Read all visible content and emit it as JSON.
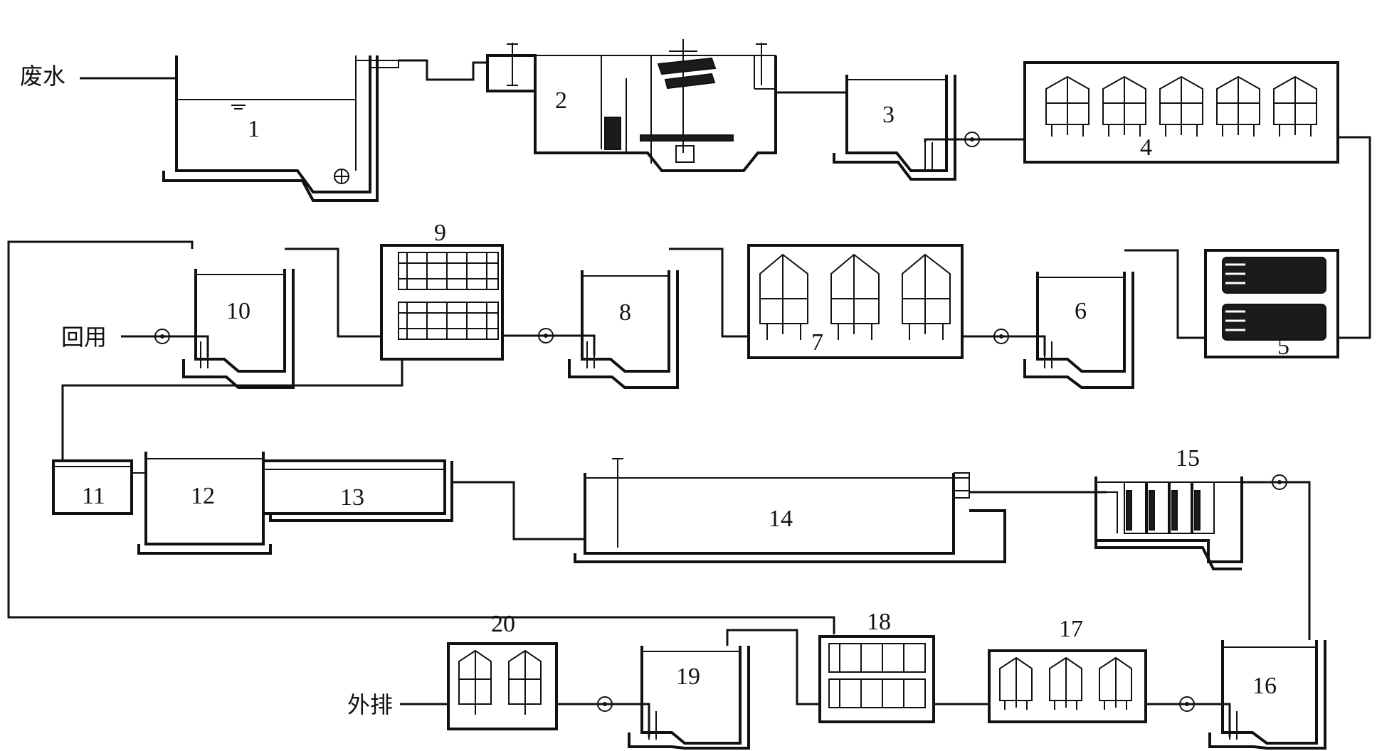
{
  "labels": {
    "inlet": "废水",
    "reuse": "回用",
    "discharge": "外排"
  },
  "units": [
    {
      "id": "unit-1",
      "label": "1"
    },
    {
      "id": "unit-2",
      "label": "2"
    },
    {
      "id": "unit-3",
      "label": "3"
    },
    {
      "id": "unit-4",
      "label": "4"
    },
    {
      "id": "unit-5",
      "label": "5"
    },
    {
      "id": "unit-6",
      "label": "6"
    },
    {
      "id": "unit-7",
      "label": "7"
    },
    {
      "id": "unit-8",
      "label": "8"
    },
    {
      "id": "unit-9",
      "label": "9"
    },
    {
      "id": "unit-10",
      "label": "10"
    },
    {
      "id": "unit-11",
      "label": "11"
    },
    {
      "id": "unit-12",
      "label": "12"
    },
    {
      "id": "unit-13",
      "label": "13"
    },
    {
      "id": "unit-14",
      "label": "14"
    },
    {
      "id": "unit-15",
      "label": "15"
    },
    {
      "id": "unit-16",
      "label": "16"
    },
    {
      "id": "unit-17",
      "label": "17"
    },
    {
      "id": "unit-18",
      "label": "18"
    },
    {
      "id": "unit-19",
      "label": "19"
    },
    {
      "id": "unit-20",
      "label": "20"
    }
  ]
}
